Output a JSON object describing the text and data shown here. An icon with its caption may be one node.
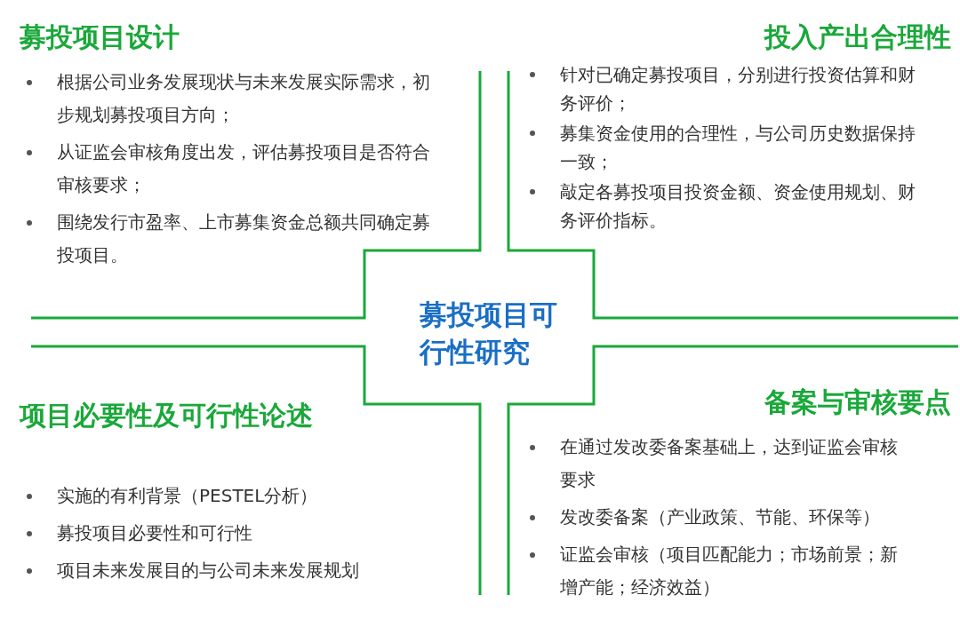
{
  "diagram": {
    "nodes": [
      {
        "text": [
          "募投项目可行性研究"
        ]
      },
      {
        "text": [
          "募投项目设计",
          "根据公司业务发展现状与未来发展实际需求，初步规划募投项目方向；",
          "从证监会审核角度出发，评估募投项目是否符合审核要求；",
          "围绕发行市盈率、上市募集资金总额共同确定募投项目。"
        ]
      },
      {
        "text": [
          "投入产出合理性",
          "针对已确定募投项目，分别进行投资估算和财务评价；",
          "募集资金使用的合理性，与公司历史数据保持一致；",
          "敲定各募投项目投资金额、资金使用规划、财务评价指标。"
        ]
      },
      {
        "text": [
          "项目必要性及可行性论述",
          "实施的有利背景（PESTEL分析）",
          "募投项目必要性和可行性",
          "项目未来发展目的与公司未来发展规划"
        ]
      },
      {
        "text": [
          "备案与审核要点",
          "在通过发改委备案基础上，达到证监会审核要求",
          "发改委备案（产业政策、节能、环保等）",
          "证监会审核（项目匹配能力；市场前景；新增产能；经济效益）"
        ]
      }
    ]
  }
}
